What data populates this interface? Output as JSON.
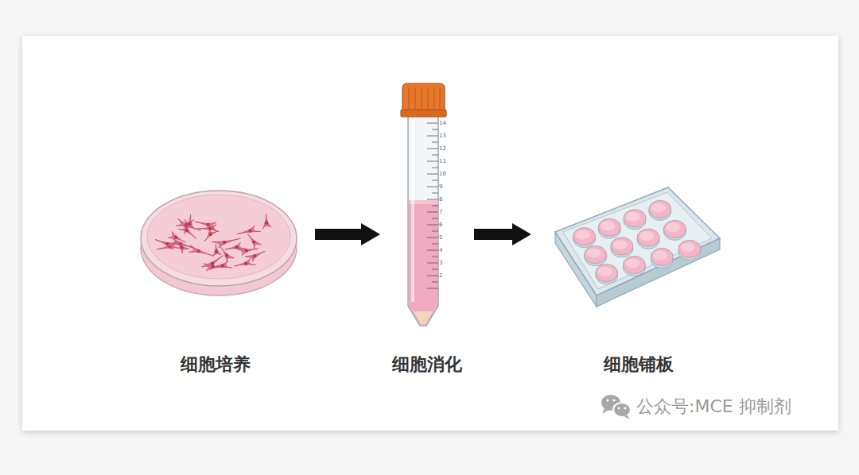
{
  "diagram": {
    "nodes": [
      {
        "text": [
          "细胞培养"
        ]
      },
      {
        "text": [
          "细胞消化"
        ]
      },
      {
        "text": [
          "细胞铺板"
        ]
      }
    ],
    "edges": [
      {
        "from": 0,
        "to": 1,
        "arrow": "to"
      },
      {
        "from": 1,
        "to": 2,
        "arrow": "to"
      }
    ],
    "labels": [
      "14",
      "13",
      "12",
      "11",
      "10",
      "9",
      "8",
      "7",
      "6",
      "5",
      "4",
      "3",
      "2",
      "公众号:MCE 抑制剂"
    ]
  }
}
